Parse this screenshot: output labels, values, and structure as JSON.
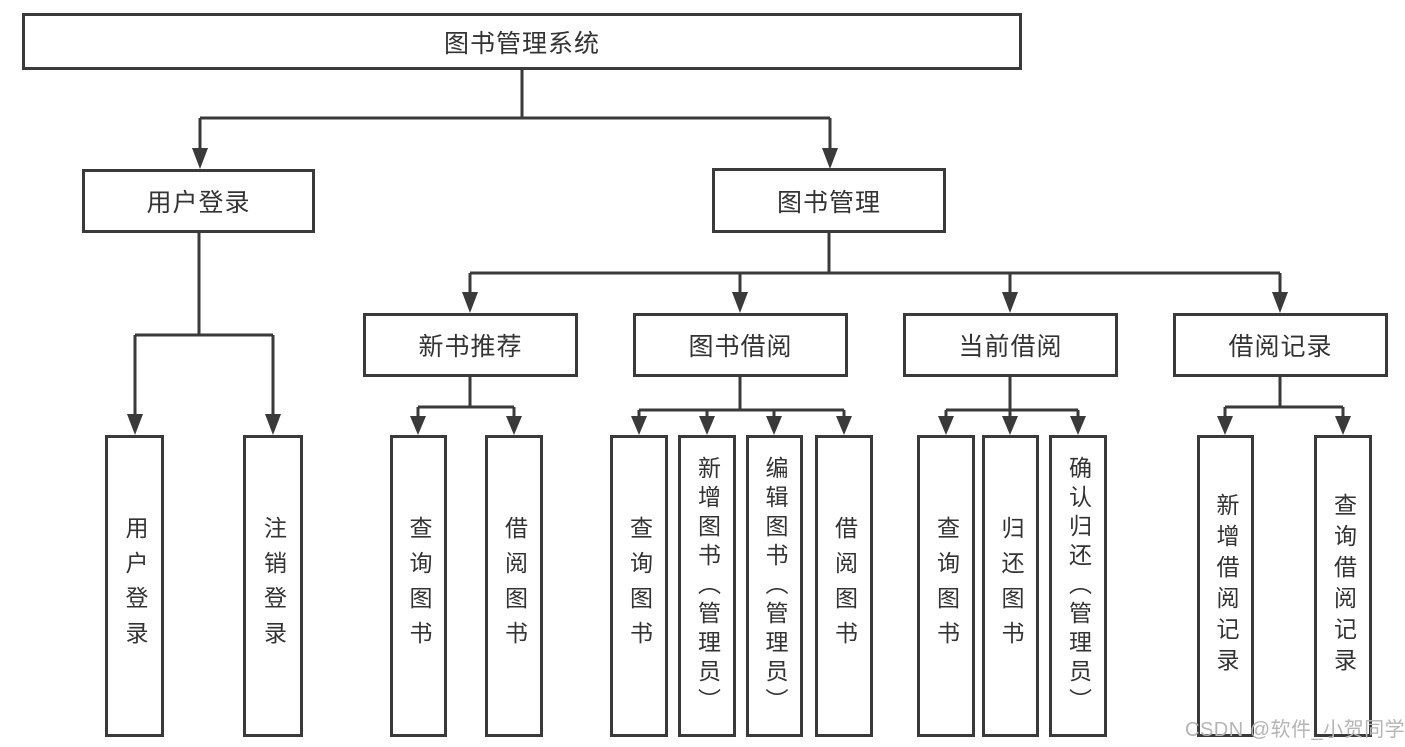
{
  "diagram": {
    "type": "hierarchy-tree",
    "colors": {
      "line": "#3a3a3a",
      "box_border": "#3a3a3a",
      "box_fill": "#ffffff",
      "text": "#333333",
      "background": "#ffffff",
      "watermark": "#b5b5b5"
    },
    "nodes": {
      "root": {
        "label": "图书管理系统",
        "level": 1
      },
      "user_login": {
        "label": "用户登录",
        "level": 2,
        "parent": "root"
      },
      "book_mgmt": {
        "label": "图书管理",
        "level": 2,
        "parent": "root"
      },
      "new_book_rec": {
        "label": "新书推荐",
        "level": 3,
        "parent": "book_mgmt"
      },
      "book_borrow": {
        "label": "图书借阅",
        "level": 3,
        "parent": "book_mgmt"
      },
      "current_borrow": {
        "label": "当前借阅",
        "level": 3,
        "parent": "book_mgmt"
      },
      "borrow_record": {
        "label": "借阅记录",
        "level": 3,
        "parent": "book_mgmt"
      },
      "login": {
        "label": "用户登录",
        "level": 4,
        "parent": "user_login"
      },
      "logout": {
        "label": "注销登录",
        "level": 4,
        "parent": "user_login"
      },
      "rec_query_book": {
        "label": "查询图书",
        "level": 4,
        "parent": "new_book_rec"
      },
      "rec_borrow_book": {
        "label": "借阅图书",
        "level": 4,
        "parent": "new_book_rec"
      },
      "bb_query_book": {
        "label": "查询图书",
        "level": 4,
        "parent": "book_borrow"
      },
      "bb_add_book": {
        "label": "新增图书（管理员）",
        "level": 4,
        "parent": "book_borrow"
      },
      "bb_edit_book": {
        "label": "编辑图书（管理员）",
        "level": 4,
        "parent": "book_borrow"
      },
      "bb_borrow_book": {
        "label": "借阅图书",
        "level": 4,
        "parent": "book_borrow"
      },
      "cb_query_book": {
        "label": "查询图书",
        "level": 4,
        "parent": "current_borrow"
      },
      "cb_return_book": {
        "label": "归还图书",
        "level": 4,
        "parent": "current_borrow"
      },
      "cb_confirm_ret": {
        "label": "确认归还（管理员）",
        "level": 4,
        "parent": "current_borrow"
      },
      "br_add_record": {
        "label": "新增借阅记录",
        "level": 4,
        "parent": "borrow_record"
      },
      "br_query_record": {
        "label": "查询借阅记录",
        "level": 4,
        "parent": "borrow_record"
      }
    },
    "watermark": {
      "text": "CSDN @软件_小贺同学"
    }
  }
}
